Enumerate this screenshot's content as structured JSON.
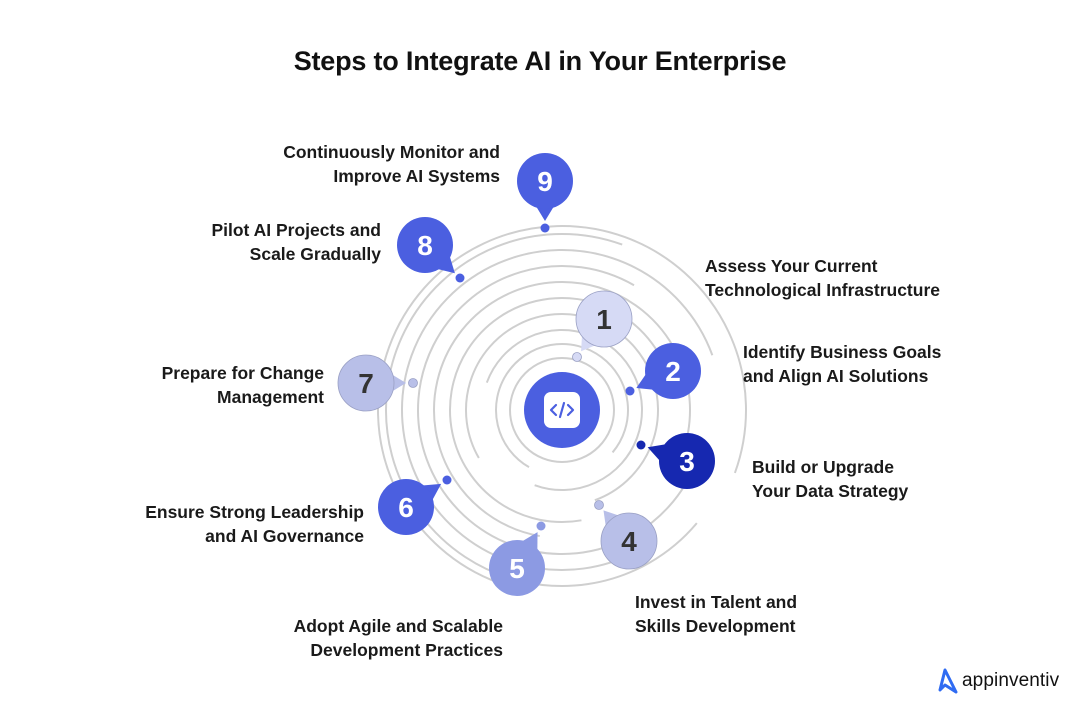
{
  "title": "Steps to Integrate AI in Your Enterprise",
  "center_icon": "code-icon",
  "colors": {
    "primary": "#4B5FE0",
    "dark": "#1628B0",
    "light": "#D6DAF5",
    "medium_light": "#B8BFE8",
    "medium": "#8C9AE3",
    "ring": "#CFCFCF",
    "logo_blue": "#2F6BF2"
  },
  "steps": [
    {
      "number": "1",
      "line1": "Assess Your Current",
      "line2": "Technological Infrastructure",
      "style": "light"
    },
    {
      "number": "2",
      "line1": "Identify Business Goals",
      "line2": "and Align AI Solutions",
      "style": "primary"
    },
    {
      "number": "3",
      "line1": "Build or Upgrade",
      "line2": "Your Data Strategy",
      "style": "dark"
    },
    {
      "number": "4",
      "line1": "Invest in Talent and",
      "line2": "Skills Development",
      "style": "medium_light"
    },
    {
      "number": "5",
      "line1": "Adopt Agile and Scalable",
      "line2": "Development Practices",
      "style": "medium"
    },
    {
      "number": "6",
      "line1": "Ensure Strong Leadership",
      "line2": "and AI Governance",
      "style": "primary"
    },
    {
      "number": "7",
      "line1": "Prepare for Change",
      "line2": "Management",
      "style": "medium_light"
    },
    {
      "number": "8",
      "line1": "Pilot AI Projects and",
      "line2": "Scale Gradually",
      "style": "primary"
    },
    {
      "number": "9",
      "line1": "Continuously Monitor and",
      "line2": "Improve AI Systems",
      "style": "primary"
    }
  ],
  "logo": {
    "text": "appinventiv",
    "icon": "appinventiv-logo-icon"
  }
}
